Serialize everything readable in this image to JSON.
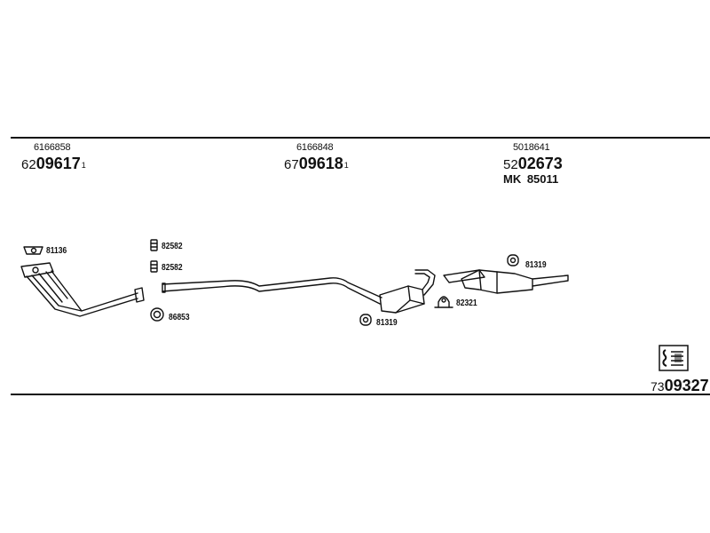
{
  "sections": [
    {
      "ref": "6166858",
      "prefix": "62",
      "number": "09617",
      "sup": "1"
    },
    {
      "ref": "6166848",
      "prefix": "67",
      "number": "09618",
      "sup": "1"
    },
    {
      "ref": "5018641",
      "prefix": "52",
      "number": "02673",
      "sup": "",
      "extra": "MK  85011"
    }
  ],
  "parts": {
    "manifold_gasket": "81136",
    "clamp_a": "82582",
    "clamp_b": "82582",
    "ring_gasket": "86853",
    "hanger_mid": "81319",
    "bracket": "82321",
    "hanger_rear": "81319"
  },
  "footer": {
    "prefix": "73",
    "number": "09327"
  }
}
